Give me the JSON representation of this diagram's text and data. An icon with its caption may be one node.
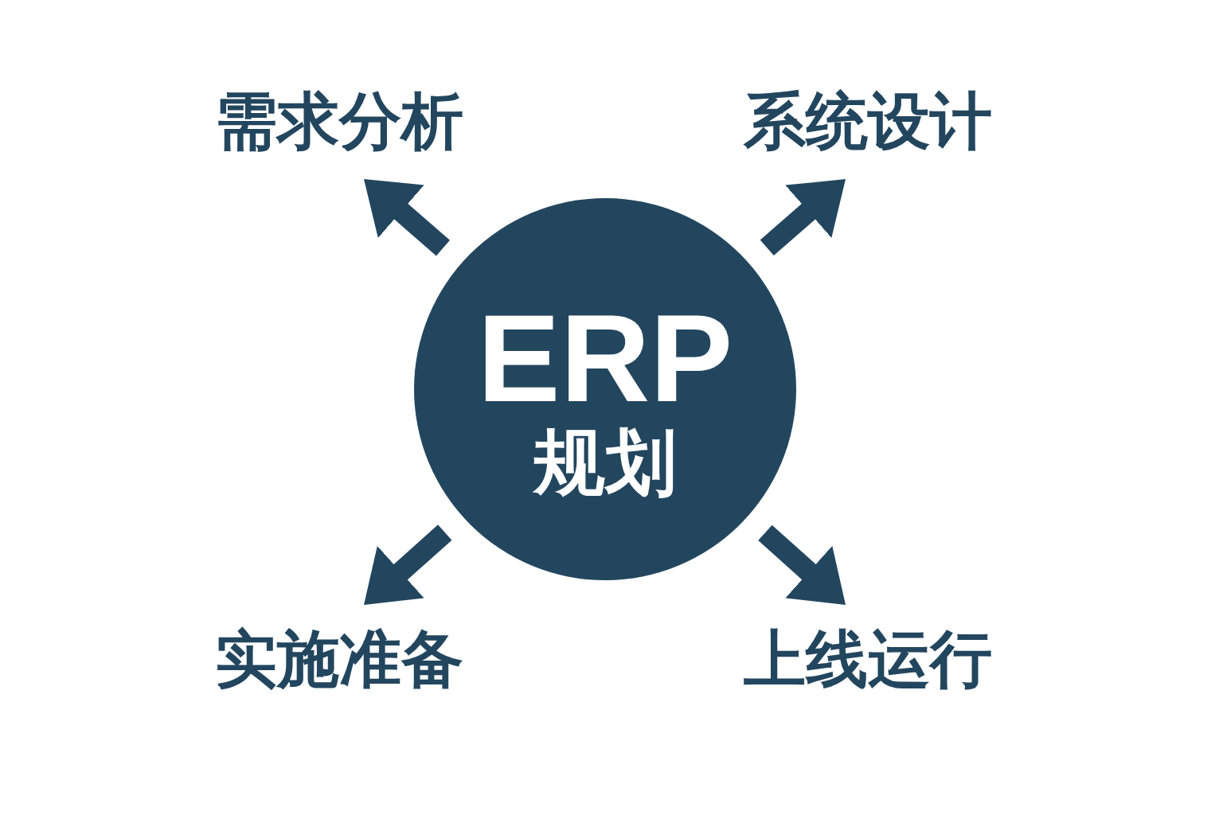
{
  "diagram": {
    "nodes": [
      {
        "text": [
          "ERP",
          "规划"
        ]
      },
      {
        "text": [
          "需求分析"
        ]
      },
      {
        "text": [
          "系统设计"
        ]
      },
      {
        "text": [
          "实施准备"
        ]
      },
      {
        "text": [
          "上线运行"
        ]
      }
    ],
    "edges": [
      {
        "from": 0,
        "to": 1,
        "arrow": "to"
      },
      {
        "from": 0,
        "to": 2,
        "arrow": "to"
      },
      {
        "from": 0,
        "to": 3,
        "arrow": "to"
      },
      {
        "from": 0,
        "to": 4,
        "arrow": "to"
      }
    ]
  }
}
